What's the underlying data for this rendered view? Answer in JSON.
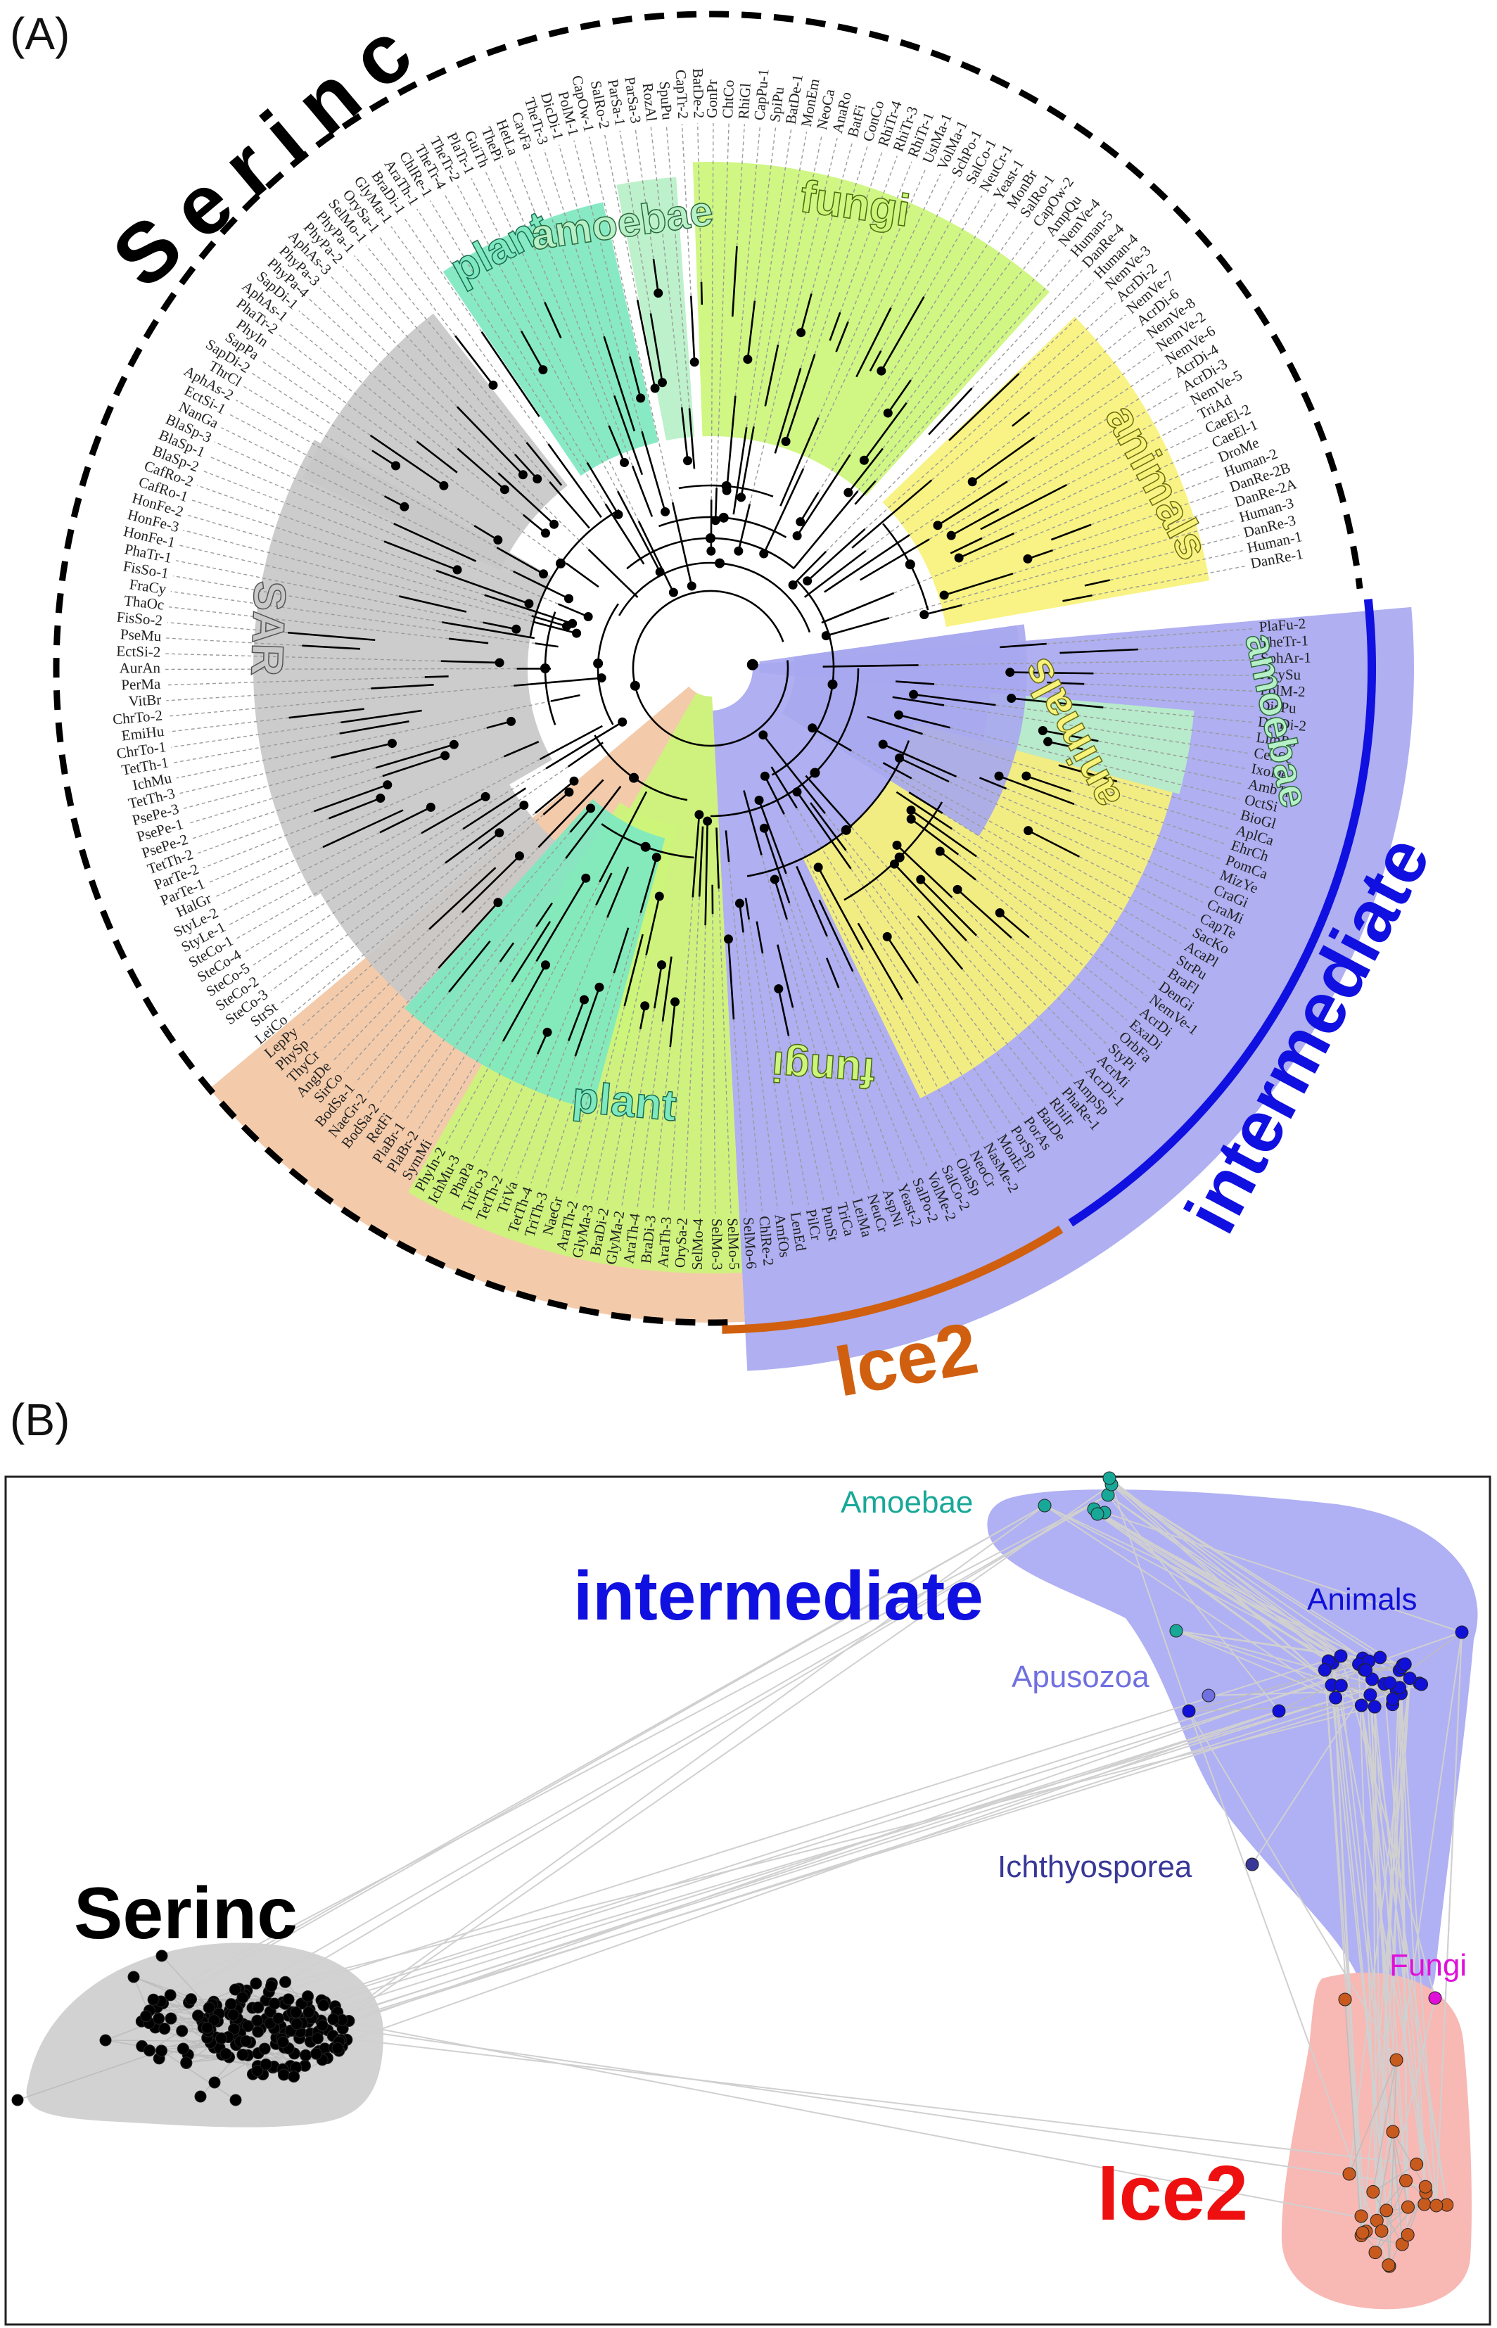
{
  "panel_a": {
    "label": "(A)",
    "superfamilies": {
      "serinc": "Serinc",
      "intermediate": "intermediate",
      "ice2": "Ice2"
    },
    "clades": {
      "plant_top": "plant",
      "amoebae_top": "amoebae",
      "fungi_top": "fungi",
      "animals_top": "animals",
      "sar": "SAR",
      "plant_bottom": "plant",
      "amoebae_right": "amoebae",
      "animals_right": "animals",
      "fungi_bottom": "fungi"
    },
    "colors": {
      "sar": "#c8c8c8",
      "plant": "#7ee8c0",
      "amoebae": "#b7f0c8",
      "fungi": "#ccf57a",
      "animals": "#f7f27a",
      "intermediate": "#a8a8f0",
      "ice2": "#f2c7a4",
      "intermediate_arc": "#1010e0",
      "ice2_arc": "#d06010"
    },
    "leaves": [
      "PlaFu-2",
      "TheTr-1",
      "SphAr-1",
      "AcySu",
      "PolM-2",
      "DicPu",
      "DicDi-2",
      "LimPo",
      "CenSc",
      "IxoDe",
      "AmbTr",
      "OctSi",
      "BioGl",
      "AplCa",
      "EhrCh",
      "PomCa",
      "MizYe",
      "CraGi",
      "CraMi",
      "CapTe",
      "SacKo",
      "AcaPl",
      "StrPu",
      "BraFl",
      "DenGi",
      "NemVe-1",
      "AcrDi",
      "ExaDi",
      "OrbFa",
      "StyPi",
      "AcrMi",
      "AcrDi-1",
      "AmpSp",
      "PhaRe-1",
      "RhiIr",
      "BatDe",
      "PorAs",
      "PorSp",
      "MonEl",
      "NasMe-2",
      "NeoCr",
      "OhaSp",
      "SalCo-2",
      "VolMe-2",
      "SalPo-2",
      "Yeast-2",
      "AspNi",
      "NeuCr",
      "LeiMa",
      "TriCa",
      "PunSt",
      "PilCr",
      "LenEd",
      "AmfOs",
      "ChlRe-2",
      "SelMo-6",
      "SelMo-5",
      "SelMo-3",
      "SelMo-4",
      "OrySa-2",
      "AraTh-3",
      "BraDi-3",
      "AraTh-4",
      "GlyMa-2",
      "BraDi-2",
      "GlyMa-3",
      "AraTh-2",
      "NaeGr",
      "TriTh-3",
      "TetTh-4",
      "TriVa",
      "TetTh-2",
      "TriFo-3",
      "PhaPa",
      "IchMu-3",
      "PhyIn-2",
      "SymMi",
      "PlaBr-2",
      "PlaBr-1",
      "RetFi",
      "BodSa-2",
      "NaeGr-2",
      "BodSa-1",
      "SirCo",
      "AngDe",
      "ThyCr",
      "PhySp",
      "LepPy",
      "LeiCo",
      "StrSt",
      "SteCo-3",
      "SteCo-2",
      "SteCo-5",
      "SteCo-4",
      "SteCo-1",
      "StyLe-1",
      "StyLe-2",
      "HalGr",
      "ParTe-1",
      "ParTe-2",
      "TetTh-2",
      "PsePe-2",
      "PsePe-1",
      "PsePe-3",
      "TetTh-3",
      "IchMu",
      "TetTh-1",
      "ChrTo-1",
      "EmiHu",
      "ChrTo-2",
      "VitBr",
      "PerMa",
      "AurAn",
      "EctSi-2",
      "PseMu",
      "FisSo-2",
      "ThaOc",
      "FraCy",
      "FisSo-1",
      "PhaTr-1",
      "HonFe-1",
      "HonFe-3",
      "HonFe-2",
      "CafRo-1",
      "CafRo-2",
      "BlaSp-2",
      "BlaSp-1",
      "BlaSp-3",
      "NanGa",
      "EctSi-1",
      "AphAs-2",
      "ThrCl",
      "SapDi-2",
      "SapPa",
      "PhyIn",
      "PhaTr-2",
      "AphAs-1",
      "SapDi-1",
      "PhyPa-4",
      "PhyPa-3",
      "AphAs-3",
      "PhyPa-2",
      "PhyPa-1",
      "SelMo-1",
      "OrySa-1",
      "GlyMa-1",
      "BraDi-1",
      "AraTh-1",
      "ChlRe-1",
      "TheTr-4",
      "TheTr-2",
      "PlaTr-1",
      "GuiTh",
      "ThePi",
      "HetLa",
      "CavFa",
      "TheTr-3",
      "DicDi-1",
      "PolM-1",
      "CapOw-1",
      "SalRo-2",
      "ParSa-1",
      "ParSa-3",
      "RozAl",
      "SpuPu",
      "CapTr-2",
      "BatDe-2",
      "GonPr",
      "ChtCo",
      "RhiGl",
      "CapPu-1",
      "SpiPu",
      "BatDe-1",
      "MonEm",
      "NeoCa",
      "AnaRo",
      "BatFi",
      "ConCo",
      "RhiTr-4",
      "RhiTr-3",
      "RhiTr-1",
      "UstMa-1",
      "VolMa-1",
      "SchPo-1",
      "SalCo-1",
      "NeuCr-1",
      "Yeast-1",
      "MonBr",
      "SalRo-1",
      "CapOw-2",
      "AmpQu",
      "NemVe-4",
      "Human-5",
      "DanRe-4",
      "Human-4",
      "NemVe-3",
      "AcrDi-2",
      "NemVe-7",
      "AcrDi-6",
      "NemVe-8",
      "NemVe-2",
      "NemVe-6",
      "AcrDi-4",
      "AcrDi-3",
      "NemVe-5",
      "TriAd",
      "CaeEl-2",
      "CaeEl-1",
      "DroMe",
      "Human-2",
      "DanRe-2B",
      "DanRe-2A",
      "Human-3",
      "DanRe-3",
      "Human-1",
      "DanRe-1"
    ]
  },
  "panel_b": {
    "label": "(B)",
    "group_titles": {
      "intermediate": "intermediate",
      "serinc": "Serinc",
      "ice2": "Ice2"
    },
    "node_labels": {
      "amoebae": "Amoebae",
      "animals": "Animals",
      "apusozoa": "Apusozoa",
      "ichthyosporea": "Ichthyosporea",
      "fungi": "Fungi"
    },
    "colors": {
      "amoebae": "#18a898",
      "animals": "#1010d8",
      "apusozoa": "#7070e0",
      "ichthyosporea": "#383898",
      "fungi": "#e010d8",
      "serinc_nodes": "#000000",
      "ice2_nodes": "#c85a1e",
      "intermediate_hull": "#b0b0f4",
      "serinc_hull": "#d2d2d2",
      "ice2_hull": "#f8b8b4",
      "intermediate_title": "#1010e0",
      "serinc_title": "#000000",
      "ice2_title": "#ee1010"
    }
  }
}
